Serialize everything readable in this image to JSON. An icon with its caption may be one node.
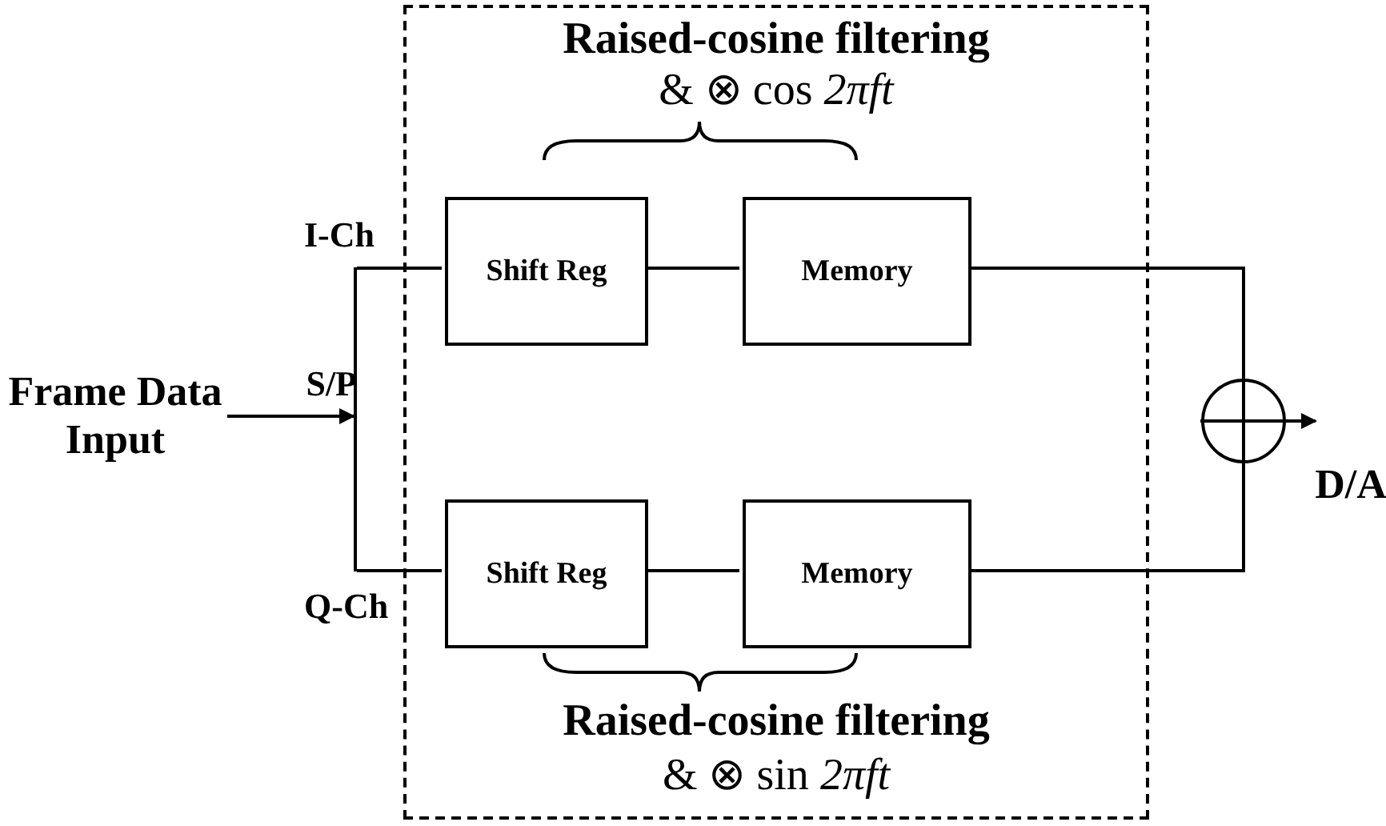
{
  "diagram": {
    "nodes": [
      {
        "text": [],
        "shape": "box"
      },
      {
        "text": [
          "Frame Data Input"
        ]
      },
      {
        "text": [],
        "shape": "bar",
        "beside": [
          "S/P"
        ]
      },
      {
        "text": [
          "Shift Reg"
        ],
        "in": 0
      },
      {
        "text": [
          "Memory"
        ],
        "in": 0
      },
      {
        "text": [
          "Shift Reg"
        ],
        "in": 0
      },
      {
        "text": [
          "Memory"
        ],
        "in": 0
      },
      {
        "text": [],
        "shape": "circle"
      },
      {
        "text": [
          "D/A"
        ]
      }
    ],
    "edges": [
      {
        "from": 1,
        "to": 2,
        "arrow": "to"
      },
      {
        "from": 2,
        "to": 3,
        "arrow": "none",
        "label": "I-Ch"
      },
      {
        "from": 2,
        "to": 5,
        "arrow": "none",
        "label": "Q-Ch"
      },
      {
        "from": 3,
        "to": 4,
        "arrow": "none"
      },
      {
        "from": 5,
        "to": 6,
        "arrow": "none"
      },
      {
        "from": 4,
        "to": 7,
        "arrow": "none"
      },
      {
        "from": 6,
        "to": 7,
        "arrow": "none"
      },
      {
        "from": 7,
        "to": 8,
        "arrow": "to"
      }
    ],
    "labels": [
      "Raised-cosine filtering",
      "& ⊗ cos *2πft*",
      "Raised-cosine filtering",
      "& ⊗ sin *2πft*"
    ]
  }
}
